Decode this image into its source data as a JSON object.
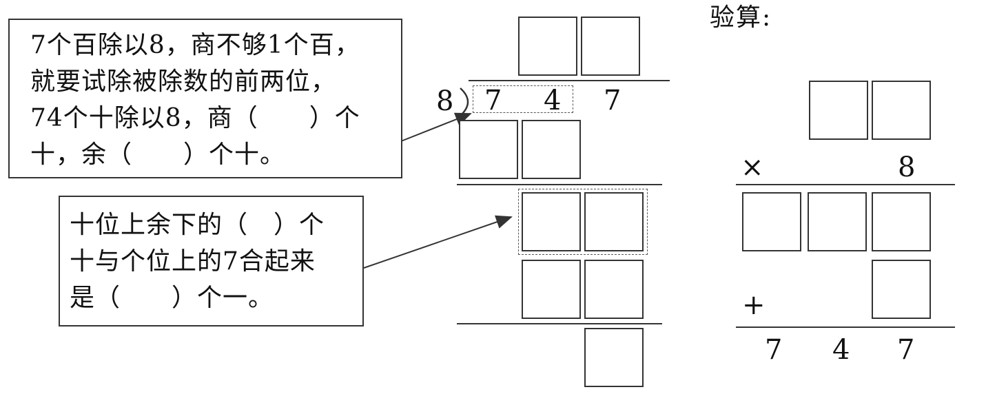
{
  "check_label": "验算:",
  "callout1": {
    "lines": [
      "7个百除以8，商不够1个百，",
      "就要试除被除数的前两位，",
      "74个十除以8，商（　　）个",
      "十，余（　　）个十。"
    ]
  },
  "callout2": {
    "lines": [
      "十位上余下的（　）个",
      "十与个位上的7合起来",
      "是（　　）个一。"
    ]
  },
  "division": {
    "divisor": "8",
    "dividend_digits": [
      "7",
      "4",
      "7"
    ]
  },
  "verification": {
    "times_sign": "×",
    "multiplier": "8",
    "plus_sign": "+",
    "result_digits": [
      "7",
      "4",
      "7"
    ]
  }
}
